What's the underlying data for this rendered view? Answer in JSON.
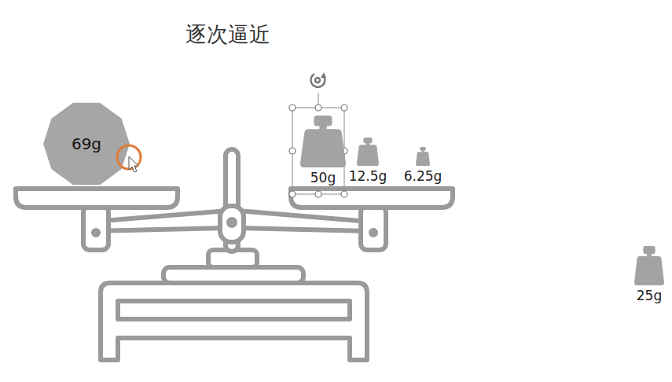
{
  "diagram": {
    "title": "逐次逼近",
    "nodes": [
      {
        "text": [
          "69g"
        ]
      },
      {
        "text": [
          "50g"
        ]
      },
      {
        "text": [
          "12.5g"
        ]
      },
      {
        "text": [
          "6.25g"
        ]
      },
      {
        "text": [
          "25g"
        ]
      }
    ]
  }
}
